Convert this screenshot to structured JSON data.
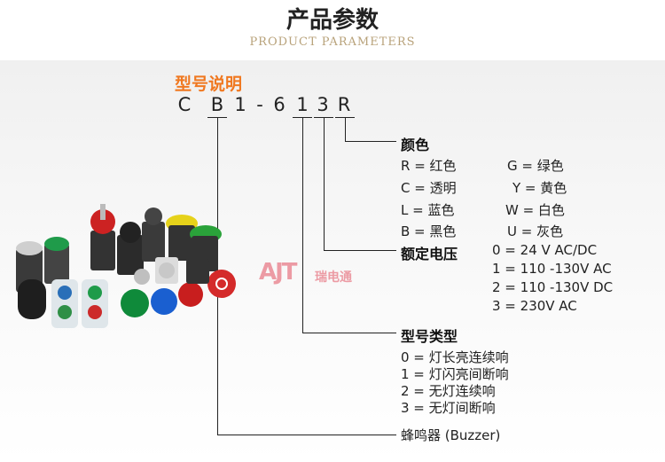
{
  "header": {
    "title_cn": "产品参数",
    "title_en": "PRODUCT PARAMETERS"
  },
  "section": {
    "title": "型号说明"
  },
  "model_code": [
    "C",
    "B",
    "1",
    "-",
    "6",
    "1",
    "3",
    "R"
  ],
  "brand": {
    "logo_text": "AJT",
    "logo_sub": "瑞电通"
  },
  "color": {
    "heading": "颜色",
    "options": [
      "R = 红色",
      "G = 绿色",
      "C = 透明",
      "Y = 黄色",
      "L = 蓝色",
      "W = 白色",
      "B = 黑色",
      "U = 灰色"
    ]
  },
  "voltage": {
    "heading": "额定电压",
    "options": [
      "0 = 24 V AC/DC",
      "1 = 110 -130V AC",
      "2 = 110 -130V DC",
      "3 = 230V AC"
    ]
  },
  "type": {
    "heading": "型号类型",
    "options": [
      "0 = 灯长亮连续响",
      "1 = 灯闪亮间断响",
      "2 = 无灯连续响",
      "3 = 无灯间断响"
    ]
  },
  "buzzer": {
    "label": "蜂鸣器 (Buzzer)"
  },
  "colors": {
    "accent": "#f07820",
    "en_title": "#b8a27a",
    "logo": "#dc283c"
  }
}
